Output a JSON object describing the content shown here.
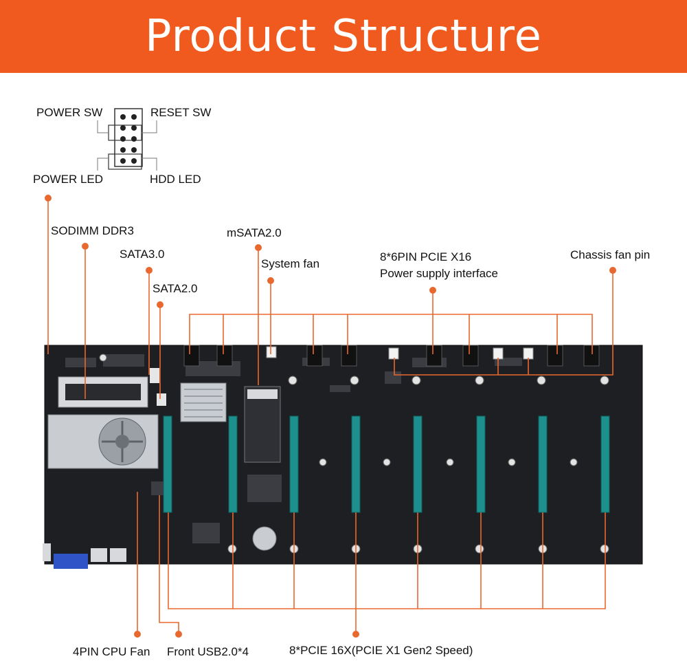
{
  "title": "Product Structure",
  "colors": {
    "banner": "#f05a1e",
    "leader": "#e8682f",
    "board": "#1e1f22",
    "slot": "#1d8f8c",
    "heatsink": "#c9cdd2"
  },
  "header_labels": {
    "power_sw": "POWER SW",
    "reset_sw": "RESET SW",
    "power_led": "POWER LED",
    "hdd_led": "HDD LED"
  },
  "labels": {
    "sodimm": "SODIMM DDR3",
    "sata3": "SATA3.0",
    "sata2": "SATA2.0",
    "msata": "mSATA2.0",
    "system_fan": "System fan",
    "pcie_power_line1": "8*6PIN PCIE X16",
    "pcie_power_line2": "Power supply interface",
    "chassis_fan": "Chassis fan pin",
    "cpu_fan": "4PIN CPU Fan",
    "front_usb": "Front USB2.0*4",
    "pcie_slots": "8*PCIE 16X(PCIE X1 Gen2 Speed)"
  }
}
